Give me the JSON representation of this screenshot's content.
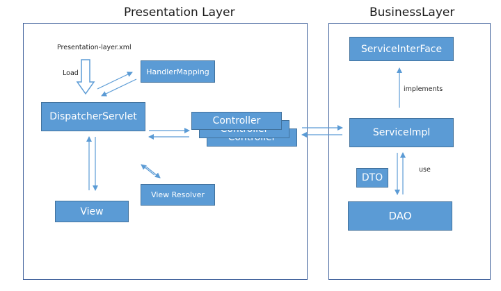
{
  "presentation": {
    "title": "Presentation Layer",
    "config_file": "Presentation-layer.xml",
    "load_label": "Load",
    "dispatcher": "DispatcherServlet",
    "handler_mapping": "HandlerMapping",
    "controllers": [
      "Controller",
      "Controller",
      "Controller"
    ],
    "view_resolver": "View Resolver",
    "view": "View"
  },
  "business": {
    "title": "BusinessLayer",
    "service_interface": "ServiceInterFace",
    "implements_label": "implements",
    "service_impl": "ServiceImpl",
    "use_label": "use",
    "dto": "DTO",
    "dao": "DAO"
  },
  "colors": {
    "box_fill": "#5b9bd5",
    "box_border": "#41719c",
    "panel_border": "#3e5f9a",
    "arrow": "#5b9bd5"
  }
}
